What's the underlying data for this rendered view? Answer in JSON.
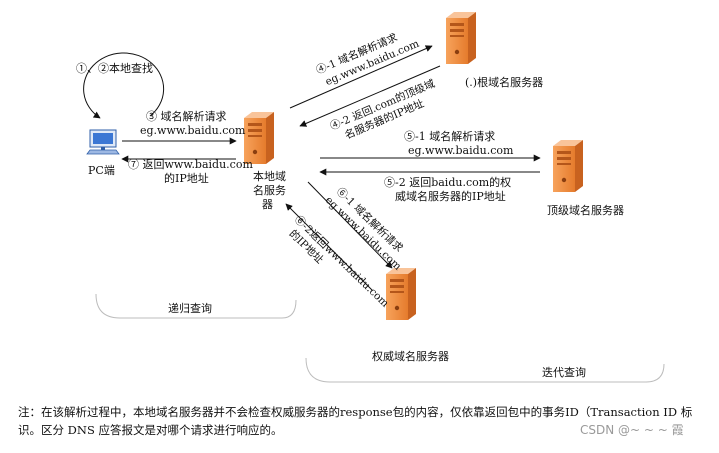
{
  "nodes": {
    "pc": "PC端",
    "local_dns": [
      "本地域",
      "名服务",
      "器"
    ],
    "root_dns": "(.)根域名服务器",
    "tld_dns": "顶级域名服务器",
    "auth_dns": "权威域名服务器"
  },
  "steps": {
    "s12": "①、②本地查找",
    "s3": [
      "③ 域名解析请求",
      "eg.www.baidu.com"
    ],
    "s7": [
      "⑦ 返回www.baidu.com",
      "的IP地址"
    ],
    "s41": [
      "④-1 域名解析请求",
      "eg.www.baidu.com"
    ],
    "s42": [
      "④-2 返回.com的顶级域",
      "名服务器的IP地址"
    ],
    "s51": [
      "⑤-1 域名解析请求",
      "eg.www.baidu.com"
    ],
    "s52": [
      "⑤-2 返回baidu.com的权",
      "威域名服务器的IP地址"
    ],
    "s61": [
      "⑥-1 域名解析请求",
      "eg.www.baidu.com"
    ],
    "s62": [
      "⑥-2返回www.baidu.com",
      "的IP地址"
    ]
  },
  "brackets": {
    "recursive": "递归查询",
    "iterative": "迭代查询"
  },
  "note": [
    "注：在该解析过程中，本地域名服务器并不会检查权威服务器的response包的内容，仅依靠返回包中的事务ID（Transaction ID 标",
    "识。区分 DNS 应答报文是对哪个请求进行响应的。"
  ],
  "watermark": "CSDN @~ ~ ~ 霞",
  "colors": {
    "server_light": "#f6b07a",
    "server_main": "#ef8a3c",
    "server_dark": "#c8621f",
    "monitor_blue": "#3b77d4",
    "bracket_gray": "#bcbcbc"
  }
}
